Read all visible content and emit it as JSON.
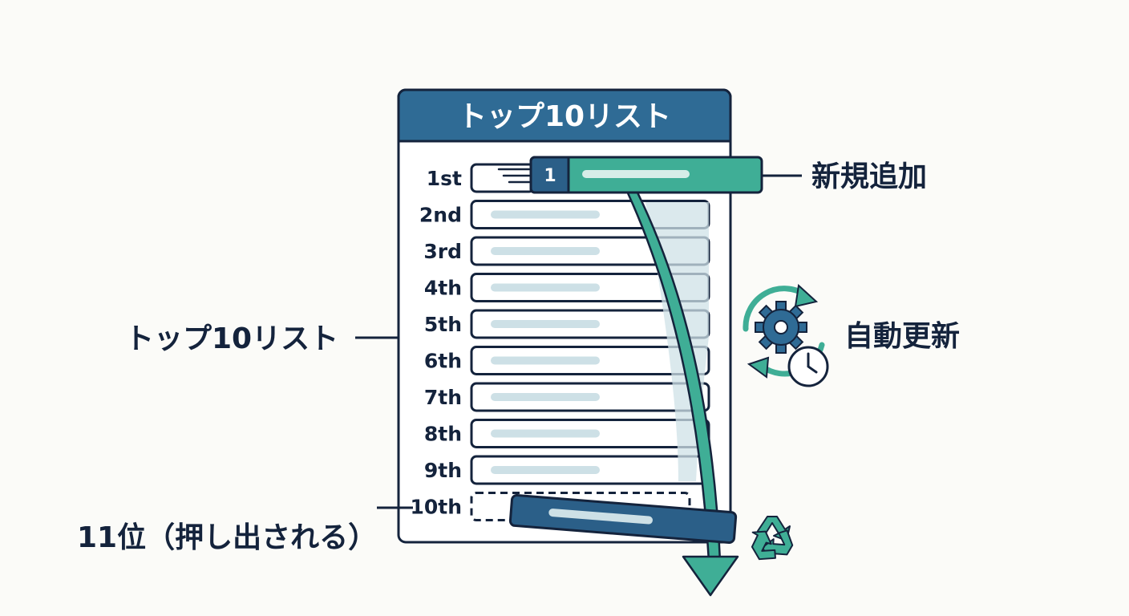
{
  "list": {
    "title": "トップ10リスト",
    "ranks": [
      "1st",
      "2nd",
      "3rd",
      "4th",
      "5th",
      "6th",
      "7th",
      "8th",
      "9th",
      "10th"
    ]
  },
  "new_entry": {
    "badge": "1"
  },
  "callouts": {
    "new_entry": "新規追加",
    "list": "トップ10リスト",
    "auto_update": "自動更新",
    "pushed_out": "11位（押し出される）"
  },
  "colors": {
    "header": "#2f6b95",
    "dark_blue": "#2b5f88",
    "teal": "#3fae96",
    "outline": "#14233c",
    "placeholder": "#cde0e6",
    "arrow_shadow": "#cfe1e7"
  },
  "icons": {
    "auto_update": "gear-refresh-clock-icon",
    "recycle": "recycle-icon",
    "speed_lines": "speed-lines-icon",
    "arrow": "curved-arrow-down-icon"
  }
}
